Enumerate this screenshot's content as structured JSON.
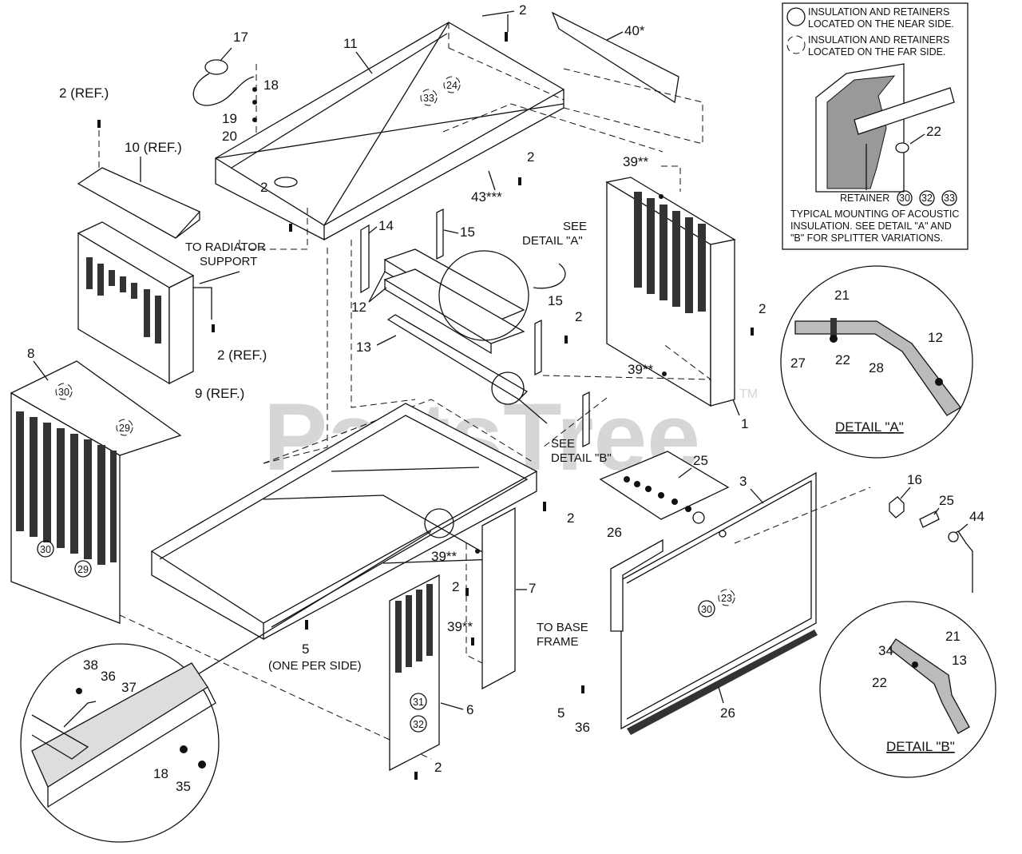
{
  "watermark": {
    "text": "PartsTree",
    "trademark": "TM"
  },
  "legend": {
    "near_side": [
      "INSULATION AND RETAINERS",
      "LOCATED ON THE NEAR SIDE."
    ],
    "far_side": [
      "INSULATION AND RETAINERS",
      "LOCATED ON THE FAR SIDE."
    ],
    "callout_22": "22",
    "retainer_label": "RETAINER",
    "retainer_ids": [
      "30",
      "32",
      "33"
    ],
    "note": [
      "TYPICAL MOUNTING OF ACOUSTIC",
      "INSULATION. SEE DETAIL \"A\" AND",
      "\"B\" FOR SPLITTER VARIATIONS."
    ]
  },
  "details": {
    "a": {
      "title": "DETAIL \"A\"",
      "labels": {
        "l21": "21",
        "l27": "27",
        "l22": "22",
        "l28": "28",
        "l12": "12"
      }
    },
    "b": {
      "title": "DETAIL \"B\"",
      "labels": {
        "l34": "34",
        "l21": "21",
        "l13": "13",
        "l22": "22"
      }
    },
    "fastener": {
      "labels": {
        "l38": "38",
        "l36": "36",
        "l37": "37",
        "l18": "18",
        "l35": "35"
      }
    }
  },
  "notes": {
    "to_radiator": [
      "TO RADIATOR",
      "SUPPORT"
    ],
    "see_a": [
      "SEE",
      "DETAIL \"A\""
    ],
    "see_b": [
      "SEE",
      "DETAIL \"B\""
    ],
    "to_base": [
      "TO BASE",
      "FRAME"
    ],
    "one_per_side": "(ONE PER SIDE)"
  },
  "callouts": {
    "c2_top": "2",
    "c40": "40*",
    "c17": "17",
    "c11": "11",
    "c18": "18",
    "c19": "19",
    "c20": "20",
    "c2ref_a": "2 (REF.)",
    "c10ref": "10 (REF.)",
    "c2_mid": "2",
    "c43": "43***",
    "c39_a": "39**",
    "c2_left": "2",
    "c14": "14",
    "c15_a": "15",
    "c12": "12",
    "c13": "13",
    "c15_b": "15",
    "c2_right": "2",
    "c2_center": "2",
    "c2ref_b": "2 (REF.)",
    "c9ref": "9 (REF.)",
    "c8": "8",
    "c39_b": "39**",
    "c1": "1",
    "c25_a": "25",
    "c3": "3",
    "c16": "16",
    "c25_b": "25",
    "c44": "44",
    "c2_frame": "2",
    "c26_a": "26",
    "c39_c": "39**",
    "c2_low": "2",
    "c39_d": "39**",
    "c7": "7",
    "c5_a": "5",
    "c6": "6",
    "c2_bottom": "2",
    "c5_b": "5",
    "c36": "36",
    "c26_b": "26"
  },
  "panel_marks": {
    "m33_top": "33",
    "m24": "24",
    "m30_a": "30",
    "m29_a": "29",
    "m30_b": "30",
    "m29_b": "29",
    "m30_c": "30",
    "m23": "23",
    "m31": "31",
    "m32": "32"
  }
}
